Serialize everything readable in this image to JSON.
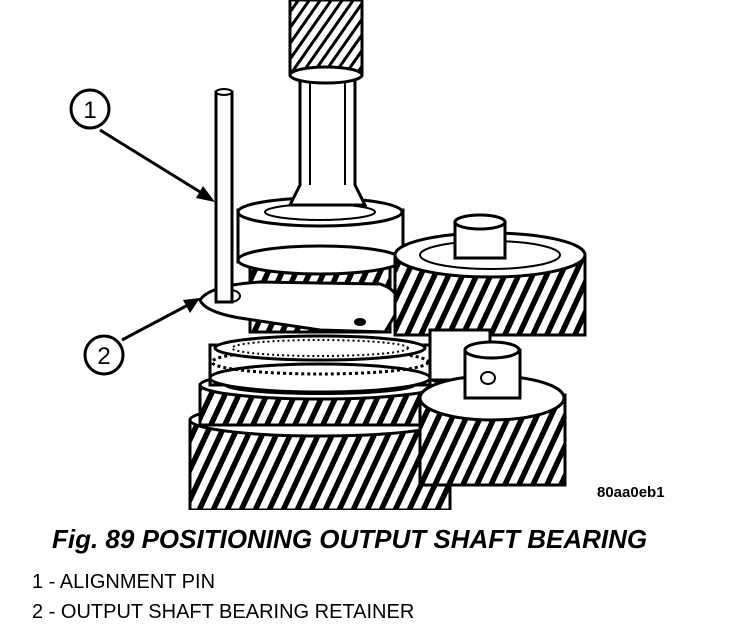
{
  "callouts": [
    {
      "number": "1"
    },
    {
      "number": "2"
    }
  ],
  "figure_code": "80aa0eb1",
  "caption": "Fig. 89 POSITIONING OUTPUT SHAFT BEARING",
  "legend": [
    {
      "text": "1 - ALIGNMENT PIN"
    },
    {
      "text": "2 - OUTPUT SHAFT BEARING RETAINER"
    }
  ]
}
